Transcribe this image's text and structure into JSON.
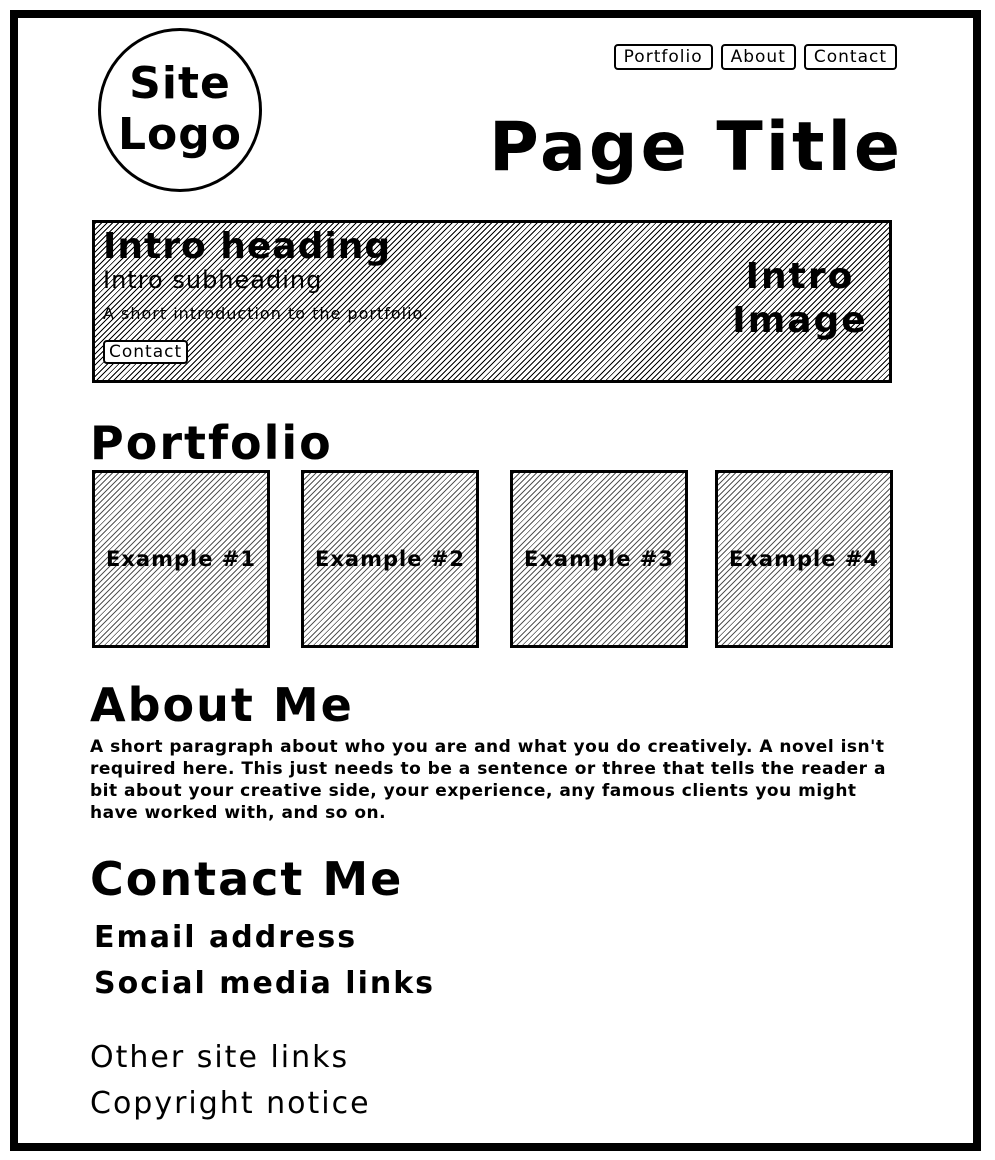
{
  "logo": {
    "line1": "Site",
    "line2": "Logo"
  },
  "nav": {
    "portfolio": "Portfolio",
    "about": "About",
    "contact": "Contact"
  },
  "page_title": "Page Title",
  "intro": {
    "heading": "Intro heading",
    "subheading": "Intro subheading",
    "text": "A short introduction to the portfolio.",
    "button": "Contact",
    "image_line1": "Intro",
    "image_line2": "Image"
  },
  "portfolio": {
    "title": "Portfolio",
    "examples": [
      "Example #1",
      "Example #2",
      "Example #3",
      "Example #4"
    ]
  },
  "about": {
    "title": "About Me",
    "text": "A short paragraph about who you are and what you do creatively. A novel isn't required here. This just needs to be a sentence or three that tells the reader a bit about your creative side, your experience, any famous clients you might have worked with, and so on."
  },
  "contact": {
    "title": "Contact Me",
    "email": "Email address",
    "social": "Social media links"
  },
  "footer": {
    "links": "Other site links",
    "copyright": "Copyright notice"
  }
}
